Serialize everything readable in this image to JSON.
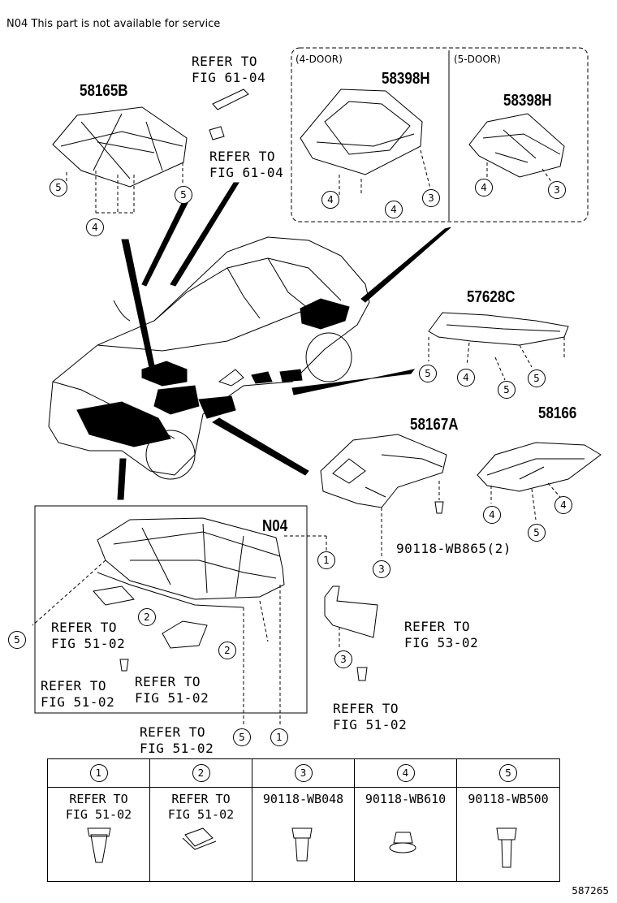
{
  "note": "N04  This part is not available for service",
  "door_labels": {
    "four_door": "(4-DOOR)",
    "five_door": "(5-DOOR)"
  },
  "parts": {
    "p58165B": "58165B",
    "p58398H_4": "58398H",
    "p58398H_5": "58398H",
    "p57628C": "57628C",
    "p58167A": "58167A",
    "p58166": "58166",
    "pN04": "N04",
    "p90118_WB865": "90118-WB865(2)"
  },
  "refs": {
    "r1": [
      "REFER TO",
      "FIG 61-04"
    ],
    "r2": [
      "REFER TO",
      "FIG 61-04"
    ],
    "r3": [
      "REFER TO",
      "FIG 51-02"
    ],
    "r4": [
      "REFER TO",
      "FIG 51-02"
    ],
    "r5": [
      "REFER TO",
      "FIG 51-02"
    ],
    "r6": [
      "REFER TO",
      "FIG 51-02"
    ],
    "r7": [
      "REFER TO",
      "FIG 53-02"
    ],
    "r8": [
      "REFER TO",
      "FIG 51-02"
    ]
  },
  "callouts": {
    "c58165_5a": "5",
    "c58165_5b": "5",
    "c58165_4": "4",
    "c4d_4a": "4",
    "c4d_4b": "4",
    "c4d_3": "3",
    "c5d_4": "4",
    "c5d_3": "3",
    "c576_5a": "5",
    "c576_4": "4",
    "c576_5b": "5",
    "c576_5c": "5",
    "c167_3": "3",
    "c166_4a": "4",
    "c166_4b": "4",
    "c166_5": "5",
    "cN04_1": "1",
    "cN04_2a": "2",
    "cN04_2b": "2",
    "cN04_5": "5",
    "cBox_5": "5",
    "cBox_1": "1",
    "cBr_3": "3"
  },
  "table": [
    {
      "num": "1",
      "line1": "REFER TO",
      "line2": "FIG 51-02"
    },
    {
      "num": "2",
      "line1": "REFER TO",
      "line2": "FIG 51-02"
    },
    {
      "num": "3",
      "line1": "90118-WB048",
      "line2": ""
    },
    {
      "num": "4",
      "line1": "90118-WB610",
      "line2": ""
    },
    {
      "num": "5",
      "line1": "90118-WB500",
      "line2": ""
    }
  ],
  "illustration_code": "587265"
}
